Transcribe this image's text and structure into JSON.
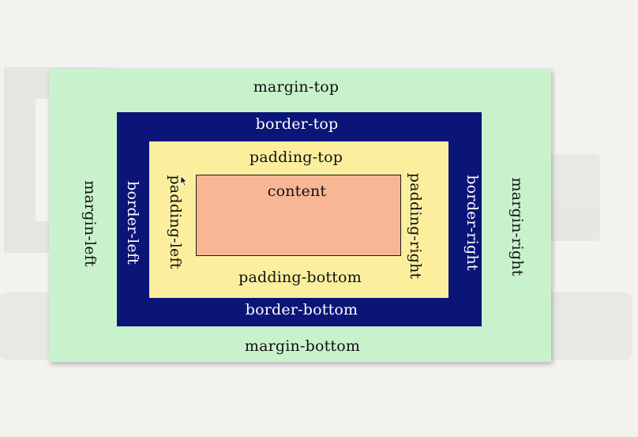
{
  "diagram": {
    "labels": {
      "margin_top": "margin-top",
      "margin_bottom": "margin-bottom",
      "margin_left": "margin-left",
      "margin_right": "margin-right",
      "border_top": "border-top",
      "border_bottom": "border-bottom",
      "border_left": "border-left",
      "border_right": "border-right",
      "padding_top": "padding-top",
      "padding_bottom": "padding-bottom",
      "padding_left": "padding-left",
      "padding_right": "padding-right",
      "content": "content"
    },
    "colors": {
      "margin": "#c8f2cc",
      "border": "#0b1477",
      "padding": "#fbef9d",
      "content": "#f7b795",
      "background": "#f3f2ef"
    }
  }
}
